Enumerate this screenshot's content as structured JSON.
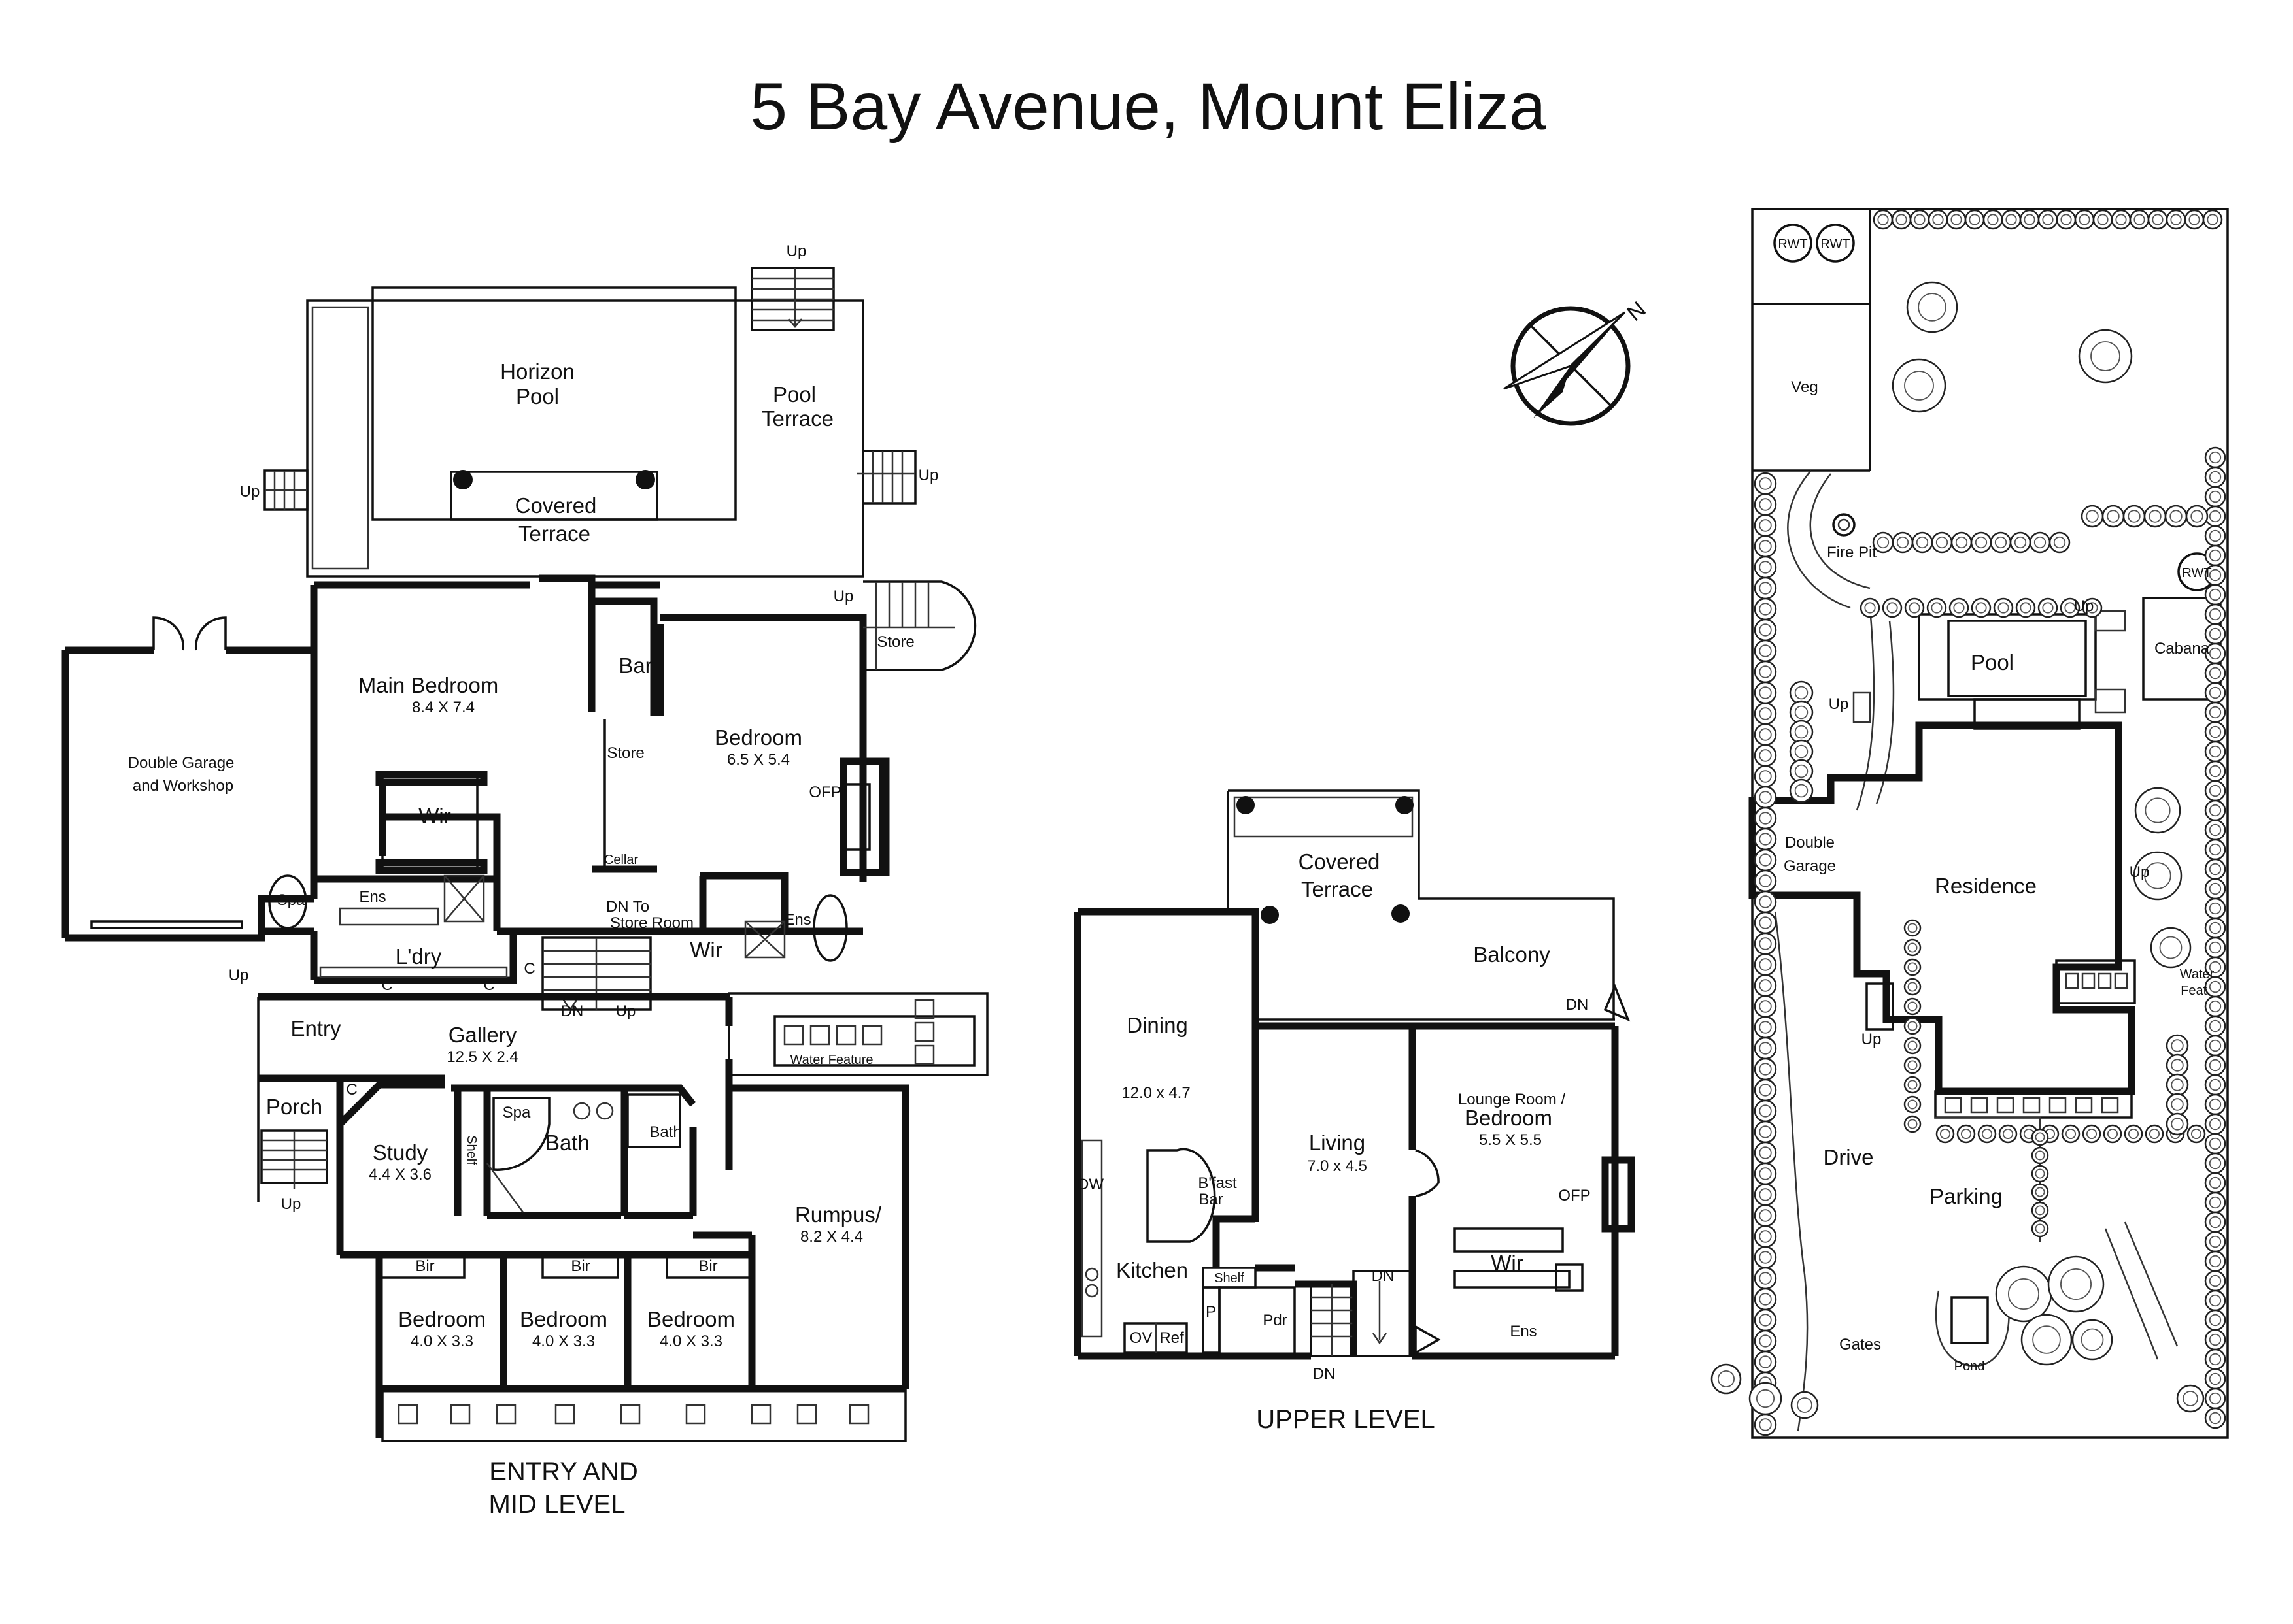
{
  "title": "5 Bay Avenue, Mount Eliza",
  "levels": {
    "entry_mid": {
      "label_line1": "ENTRY AND",
      "label_line2": "MID LEVEL",
      "rooms": {
        "horizon_pool_1": "Horizon",
        "horizon_pool_2": "Pool",
        "pool_terrace_1": "Pool",
        "pool_terrace_2": "Terrace",
        "covered_terrace_1": "Covered",
        "covered_terrace_2": "Terrace",
        "main_bedroom": "Main Bedroom",
        "main_bedroom_dims": "8.4 X 7.4",
        "bar": "Bar",
        "store_bar": "Store",
        "store_stair": "Store",
        "bedroom_main": "Bedroom",
        "bedroom_main_dims": "6.5 X 5.4",
        "ofp": "OFP",
        "double_garage_1": "Double Garage",
        "double_garage_2": "and Workshop",
        "wir_main": "Wir",
        "spa": "Spa",
        "ens_main": "Ens",
        "cellar": "Cellar",
        "dn_to_1": "DN To",
        "dn_to_2": "Store Room",
        "wir_bed": "Wir",
        "ens_bed": "Ens",
        "ldry": "L'dry",
        "c1": "C",
        "c2": "C",
        "c3": "C",
        "entry": "Entry",
        "gallery": "Gallery",
        "gallery_dims": "12.5 X 2.4",
        "water_feature": "Water Feature",
        "porch": "Porch",
        "study": "Study",
        "study_dims": "4.4 X 3.6",
        "shelf": "Shelf",
        "spa_bath": "Spa",
        "bath": "Bath",
        "bath2": "Bath",
        "rumpus": "Rumpus/",
        "rumpus_dims": "8.2 X 4.4",
        "bir1": "Bir",
        "bir2": "Bir",
        "bir3": "Bir",
        "bedroom1": "Bedroom",
        "bedroom1_dims": "4.0 X 3.3",
        "bedroom2": "Bedroom",
        "bedroom2_dims": "4.0 X 3.3",
        "bedroom3": "Bedroom",
        "bedroom3_dims": "4.0 X 3.3",
        "up_top": "Up",
        "up_left_pool": "Up",
        "up_right_pool": "Up",
        "up_store": "Up",
        "up_entry": "Up",
        "up_porch": "Up",
        "up_mid": "Up",
        "dn_mid": "DN"
      }
    },
    "upper": {
      "label": "UPPER LEVEL",
      "rooms": {
        "covered_terrace_1": "Covered",
        "covered_terrace_2": "Terrace",
        "balcony": "Balcony",
        "dn_balcony": "DN",
        "dining": "Dining",
        "dining_dims": "12.0 x 4.7",
        "dw": "DW",
        "bfast_1": "B'fast",
        "bfast_2": "Bar",
        "kitchen": "Kitchen",
        "shelf": "Shelf",
        "p": "P",
        "ov": "OV",
        "ref": "Ref",
        "pdr": "Pdr",
        "living": "Living",
        "living_dims": "7.0 x 4.5",
        "dn_living": "DN",
        "dn_stair": "DN",
        "lounge_1": "Lounge Room /",
        "lounge_2": "Bedroom",
        "lounge_dims": "5.5 X 5.5",
        "ofp": "OFP",
        "wir": "Wir",
        "ens": "Ens"
      }
    },
    "site": {
      "rooms": {
        "rwt1": "RWT",
        "rwt2": "RWT",
        "rwt3": "RWT",
        "veg": "Veg",
        "fire_pit": "Fire Pit",
        "cabana": "Cabana",
        "pool": "Pool",
        "up_pool": "Up",
        "up_pool2": "Up",
        "double_garage_1": "Double",
        "double_garage_2": "Garage",
        "residence": "Residence",
        "up_res": "Up",
        "water_feat_1": "Water",
        "water_feat_2": "Feat.",
        "up_drive": "Up",
        "drive": "Drive",
        "parking": "Parking",
        "gates": "Gates",
        "pond": "Pond"
      }
    }
  },
  "compass": {
    "label": "N"
  }
}
